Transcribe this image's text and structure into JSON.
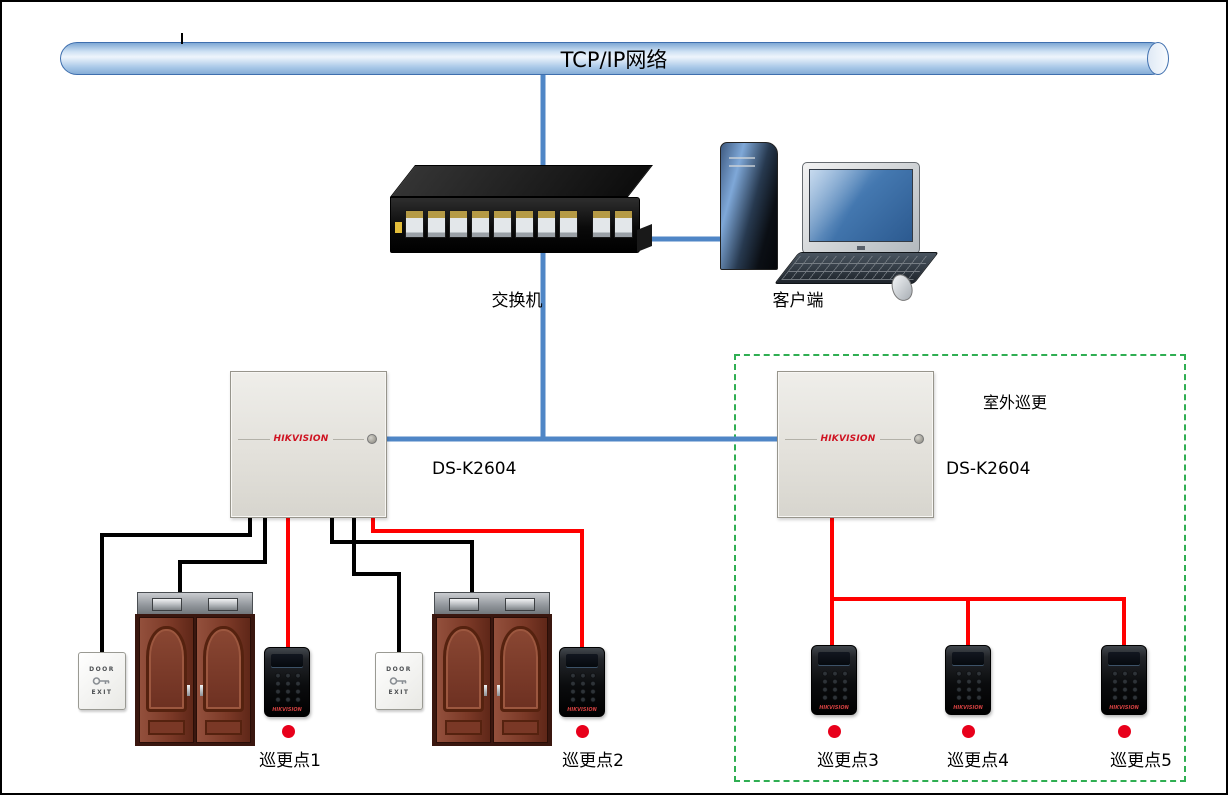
{
  "labels": {
    "network": "TCP/IP网络",
    "switch": "交换机",
    "client": "客户端",
    "outdoor_zone": "室外巡更",
    "controller_left": "DS-K2604",
    "controller_right": "DS-K2604"
  },
  "brand": {
    "controller": "HIKVISION",
    "reader": "HIKVISION"
  },
  "exit_button": {
    "line1": "DOOR",
    "line2": "EXIT"
  },
  "patrol_points": [
    {
      "label": "巡更点1"
    },
    {
      "label": "巡更点2"
    },
    {
      "label": "巡更点3"
    },
    {
      "label": "巡更点4"
    },
    {
      "label": "巡更点5"
    }
  ],
  "colors": {
    "network_line": "#4f86c6",
    "black_wire": "#000000",
    "red_wire": "#ff0000",
    "outdoor_border": "#2fae52",
    "indicator_dot": "#e8001b"
  }
}
